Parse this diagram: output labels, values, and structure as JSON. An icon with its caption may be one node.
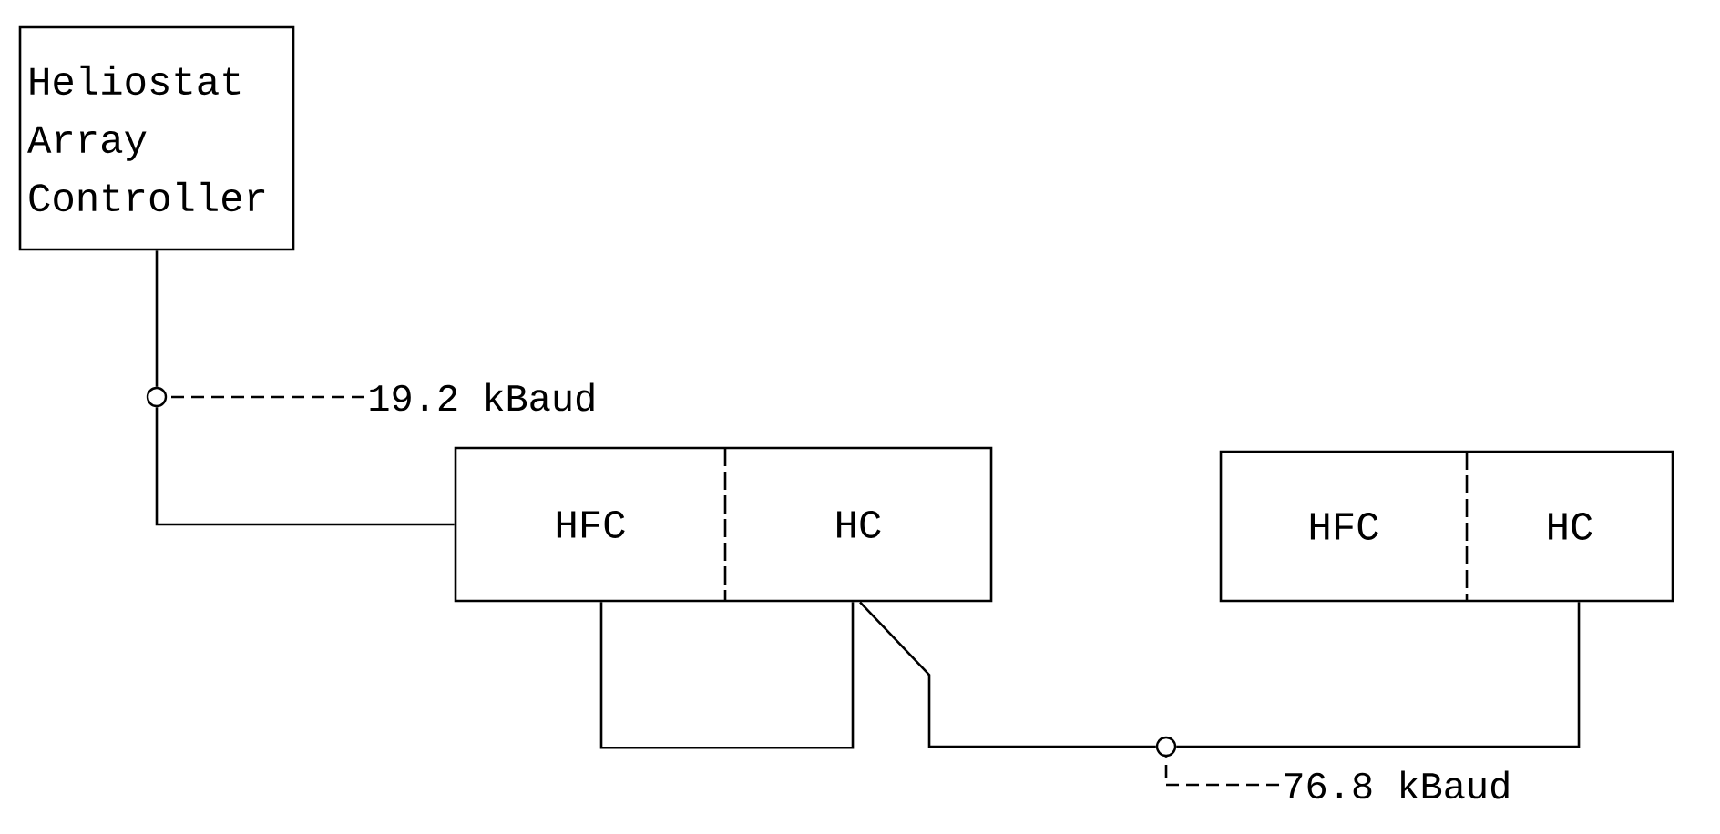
{
  "diagram": {
    "nodes": [
      {
        "text": [
          "Heliostat Array Controller"
        ]
      },
      {
        "text": [],
        "shape": "box"
      },
      {
        "text": [
          "HFC"
        ],
        "in": 1
      },
      {
        "text": [
          "HC"
        ],
        "in": 1
      },
      {
        "text": [],
        "shape": "box"
      },
      {
        "text": [
          "HFC"
        ],
        "in": 4
      },
      {
        "text": [
          "HC"
        ],
        "in": 4
      },
      {
        "text": [],
        "shape": "circle"
      },
      {
        "text": [
          "19.2 kBaud"
        ]
      },
      {
        "text": [],
        "shape": "circle"
      },
      {
        "text": [
          "76.8 kBaud"
        ]
      }
    ],
    "edges": [
      {
        "from": 0,
        "to": 7,
        "arrow": "none"
      },
      {
        "from": 7,
        "to": 2,
        "arrow": "none"
      },
      {
        "from": 2,
        "to": 3,
        "arrow": "none"
      },
      {
        "from": 3,
        "to": 9,
        "arrow": "none"
      },
      {
        "from": 9,
        "to": 6,
        "arrow": "none"
      },
      {
        "from": 8,
        "to": 7,
        "arrow": "none",
        "style": "dashed"
      },
      {
        "from": 10,
        "to": 9,
        "arrow": "none",
        "style": "dashed"
      }
    ]
  }
}
